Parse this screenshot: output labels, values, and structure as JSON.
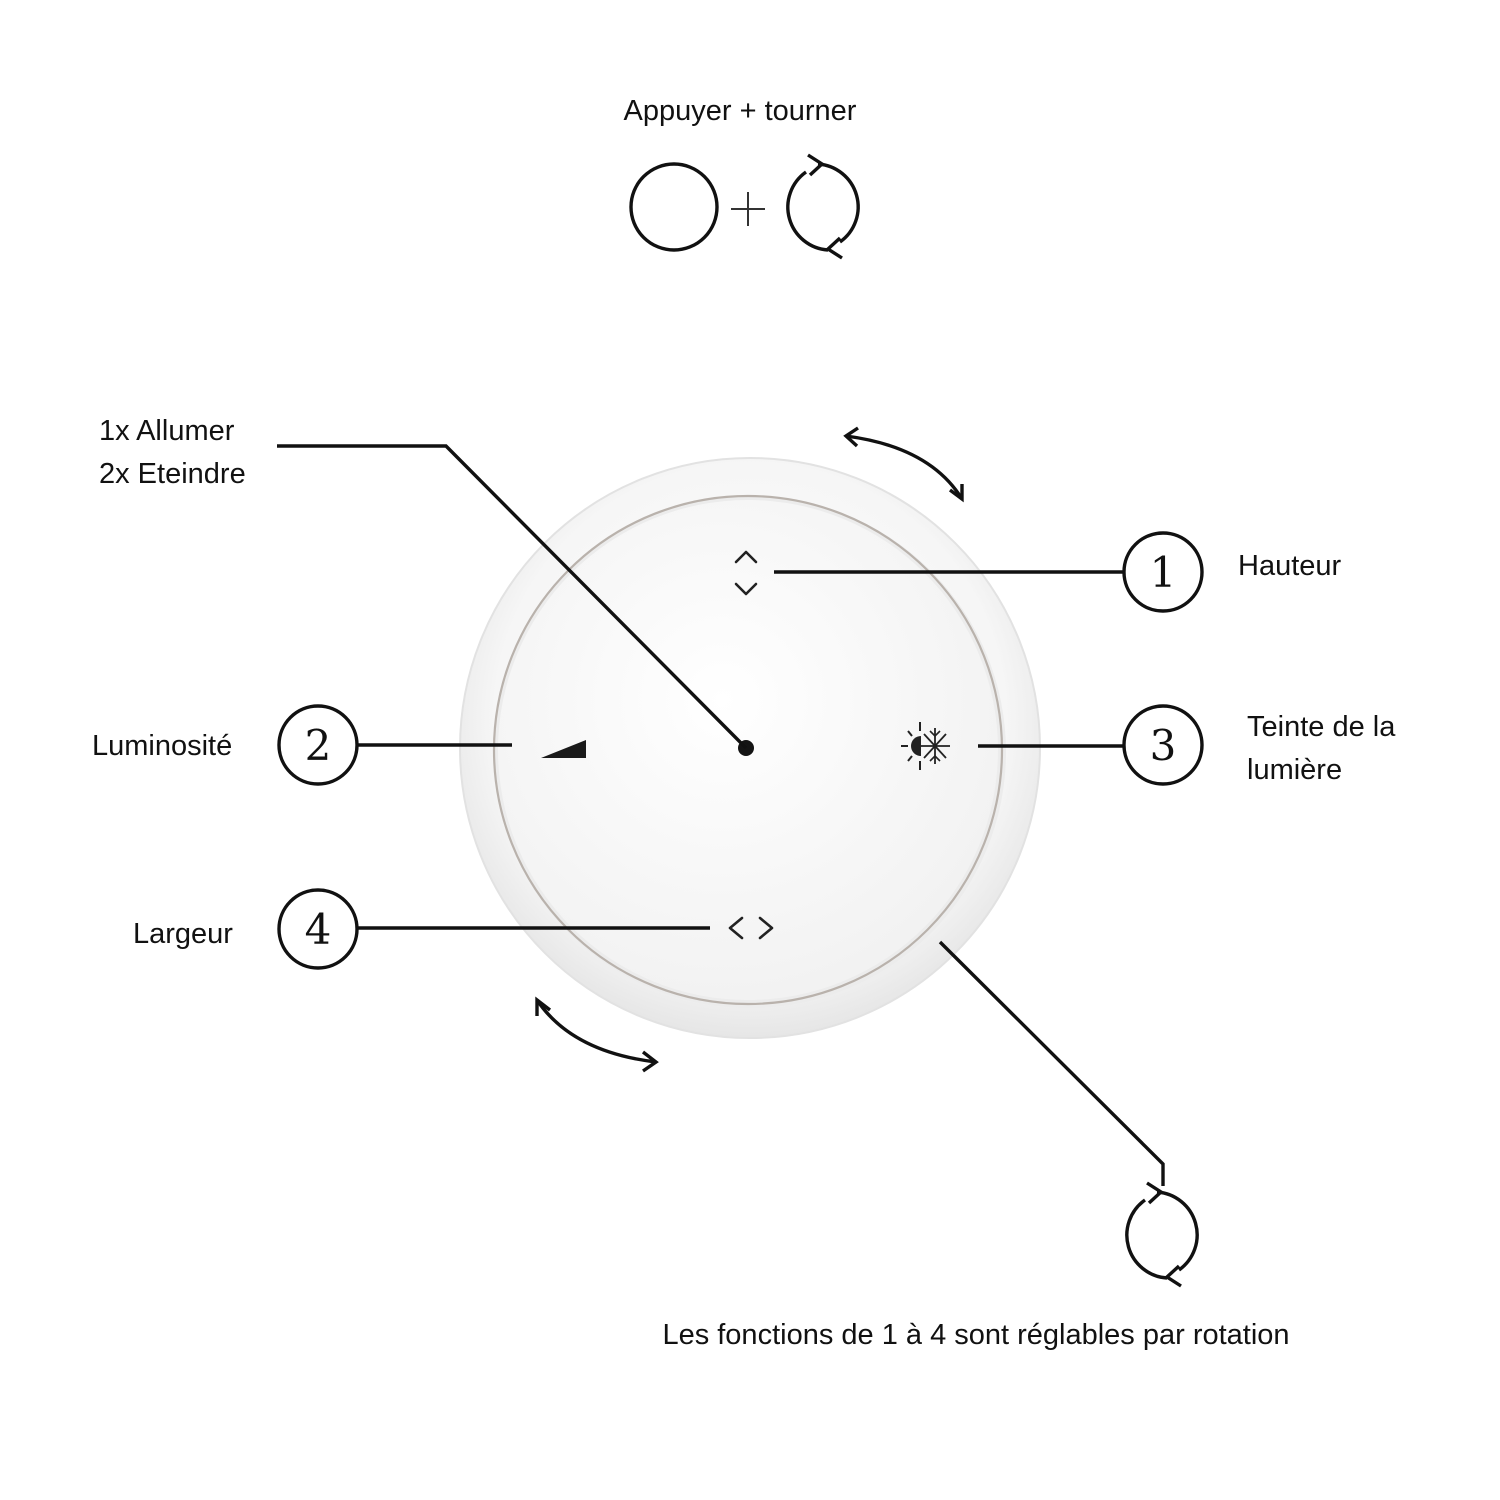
{
  "header": {
    "title": "Appuyer + tourner"
  },
  "center_action": {
    "line1": "1x Allumer",
    "line2": "2x Eteindre"
  },
  "functions": [
    {
      "number": "1",
      "label": "Hauteur",
      "icon": "up-down-chevrons-icon"
    },
    {
      "number": "2",
      "label": "Luminosité",
      "icon": "brightness-wedge-icon"
    },
    {
      "number": "3",
      "label_line1": "Teinte de la",
      "label_line2": "lumière",
      "icon": "sun-snowflake-icon"
    },
    {
      "number": "4",
      "label": "Largeur",
      "icon": "left-right-chevrons-icon"
    }
  ],
  "footer": {
    "caption": "Les fonctions de 1 à 4 sont réglables par rotation"
  }
}
